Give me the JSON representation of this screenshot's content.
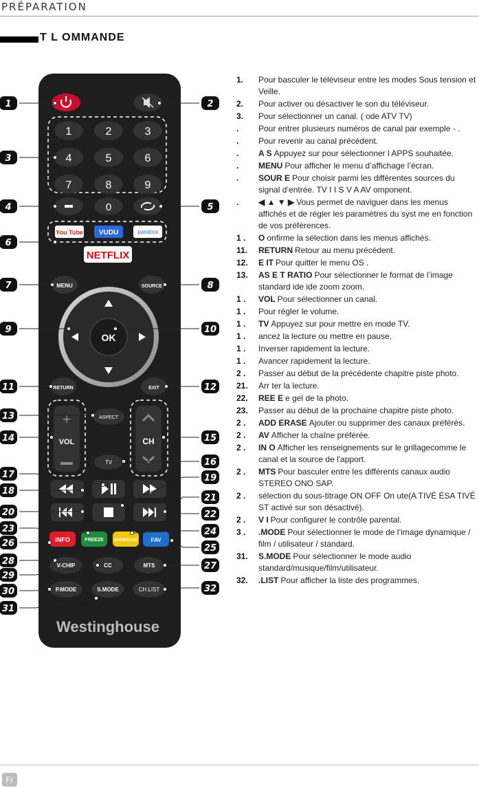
{
  "header": {
    "section": "PRÉPARATION"
  },
  "title": "T L OMMANDE",
  "page_tag": "Fr",
  "remote": {
    "keypad": [
      "1",
      "2",
      "3",
      "4",
      "5",
      "6",
      "7",
      "8",
      "9"
    ],
    "zero": "0",
    "apps": [
      "You Tube",
      "VUDU",
      "pandora"
    ],
    "netflix": "NETFLIX",
    "menu": "MENU",
    "source": "SOURCE",
    "ok": "OK",
    "return": "RETURN",
    "exit": "EXIT",
    "aspect": "ASPECT",
    "vol": "VOL",
    "ch": "CH",
    "tv": "TV",
    "info": "INFO",
    "freeze": "FREEZE",
    "adderase": "ADD/ERASE",
    "fav": "FAV",
    "vchip": "V-CHIP",
    "cc": "CC",
    "mts": "MTS",
    "pmode": "P.MODE",
    "smode": "S.MODE",
    "chlist": "CH.LIST",
    "brand": "Westinghouse",
    "markers": [
      "1",
      "2",
      "3",
      "4",
      "5",
      "6",
      "7",
      "8",
      "9",
      "10",
      "11",
      "12",
      "13",
      "14",
      "15",
      "16",
      "17",
      "18",
      "19",
      "20",
      "21",
      "22",
      "23",
      "24",
      "25",
      "26",
      "27",
      "28",
      "29",
      "30",
      "31",
      "32"
    ],
    "colors": {
      "body": "#1e1e1e",
      "button": "#333333",
      "power": "#c8102e",
      "marker": "#111111",
      "youtube": "#e62117",
      "vudu": "#2a6ad8",
      "netflix": "#e50914",
      "info": "#e21c26",
      "freeze": "#1e8d3b",
      "adderase": "#f0c800",
      "fav": "#1f6fd1"
    }
  },
  "items": [
    {
      "num": "1.",
      "key": "",
      "text": "Pour basculer le téléviseur entre les modes Sous tension et Veille."
    },
    {
      "num": "2.",
      "key": "",
      "text": "Pour activer ou désactiver le son du téléviseur."
    },
    {
      "num": "3.",
      "key": "",
      "text": "Pour sélectionner un canal. ( ode ATV TV)"
    },
    {
      "num": ".",
      "key": "",
      "text": "Pour entrer plusieurs numéros de canal par exemple - ."
    },
    {
      "num": ".",
      "key": "",
      "text": "Pour revenir au canal précédent."
    },
    {
      "num": ".",
      "key": "A S",
      "text": "Appuyez sur pour sélectionner l APPS souhaitée."
    },
    {
      "num": ".",
      "key": "MENU",
      "text": "Pour afficher le menu d’affichage l’écran."
    },
    {
      "num": ".",
      "key": "SOUR E",
      "text": "Pour choisir parmi les différentes sources du signal d’entrée. TV I I S V A AV omponent."
    },
    {
      "num": ".",
      "key": "◀ ▲ ▼ ▶",
      "text": "Vous permet de naviguer dans les menus affichés et de régler les paramètres du syst me en fonction de vos préférences."
    },
    {
      "num": "1 .",
      "key": "O",
      "text": "onfirme la sélection dans les menus affichés."
    },
    {
      "num": "11.",
      "key": "RETURN",
      "text": "Retour au menu précédent."
    },
    {
      "num": "12.",
      "key": "E IT",
      "text": "Pour quitter le menu OS ."
    },
    {
      "num": "13.",
      "key": "AS E T RATIO",
      "text": "Pour sélectionner le format de l’image standard ide ide zoom zoom."
    },
    {
      "num": "1 .",
      "key": "VOL",
      "text": "Pour sélectionner un canal."
    },
    {
      "num": "1 .",
      "key": "",
      "text": "Pour régler le volume."
    },
    {
      "num": "1 .",
      "key": "TV",
      "text": "Appuyez sur pour mettre en mode TV."
    },
    {
      "num": "1 .",
      "key": "",
      "text": "ancez la lecture ou mettre en pause."
    },
    {
      "num": "1 .",
      "key": "",
      "text": "Inverser rapidement la lecture."
    },
    {
      "num": "1 .",
      "key": "",
      "text": "Avancer rapidement la lecture."
    },
    {
      "num": "2 .",
      "key": "",
      "text": "Passer au début de la précédente chapitre piste photo."
    },
    {
      "num": "21.",
      "key": "",
      "text": "Arr ter la lecture."
    },
    {
      "num": "22.",
      "key": "REE E",
      "text": "e gel de la photo."
    },
    {
      "num": "23.",
      "key": "",
      "text": "Passer au début de la prochaine chapitre piste photo."
    },
    {
      "num": "2 .",
      "key": "ADD ERASE",
      "text": "Ajouter ou supprimer des canaux préférés."
    },
    {
      "num": "2 .",
      "key": "AV",
      "text": "Afficher la chaîne préférée."
    },
    {
      "num": "2 .",
      "key": "IN O",
      "text": "Afficher les renseignements sur le grillagecomme le canal et la source de l'apport."
    },
    {
      "num": "2 .",
      "key": "MTS",
      "text": "Pour basculer entre les différents canaux audio STEREO ONO SAP."
    },
    {
      "num": "2 .",
      "key": "",
      "text": "sélection du sous-titrage ON OFF On ute(A TIVÉ ÉSA TIVÉ ST activé sur son désactivé)."
    },
    {
      "num": "2 .",
      "key": "V I",
      "text": "Pour configurer le contrôle parental."
    },
    {
      "num": "3 .",
      "key": ".MODE",
      "text": "Pour sélectionner le mode de l’image dynamique / film / utilisateur / standard."
    },
    {
      "num": "31.",
      "key": "S.MODE",
      "text": "Pour sélectionner le mode audio standard/musique/film/utilisateur."
    },
    {
      "num": "32.",
      "key": ".LIST",
      "text": "Pour afficher la liste des programmes."
    }
  ]
}
